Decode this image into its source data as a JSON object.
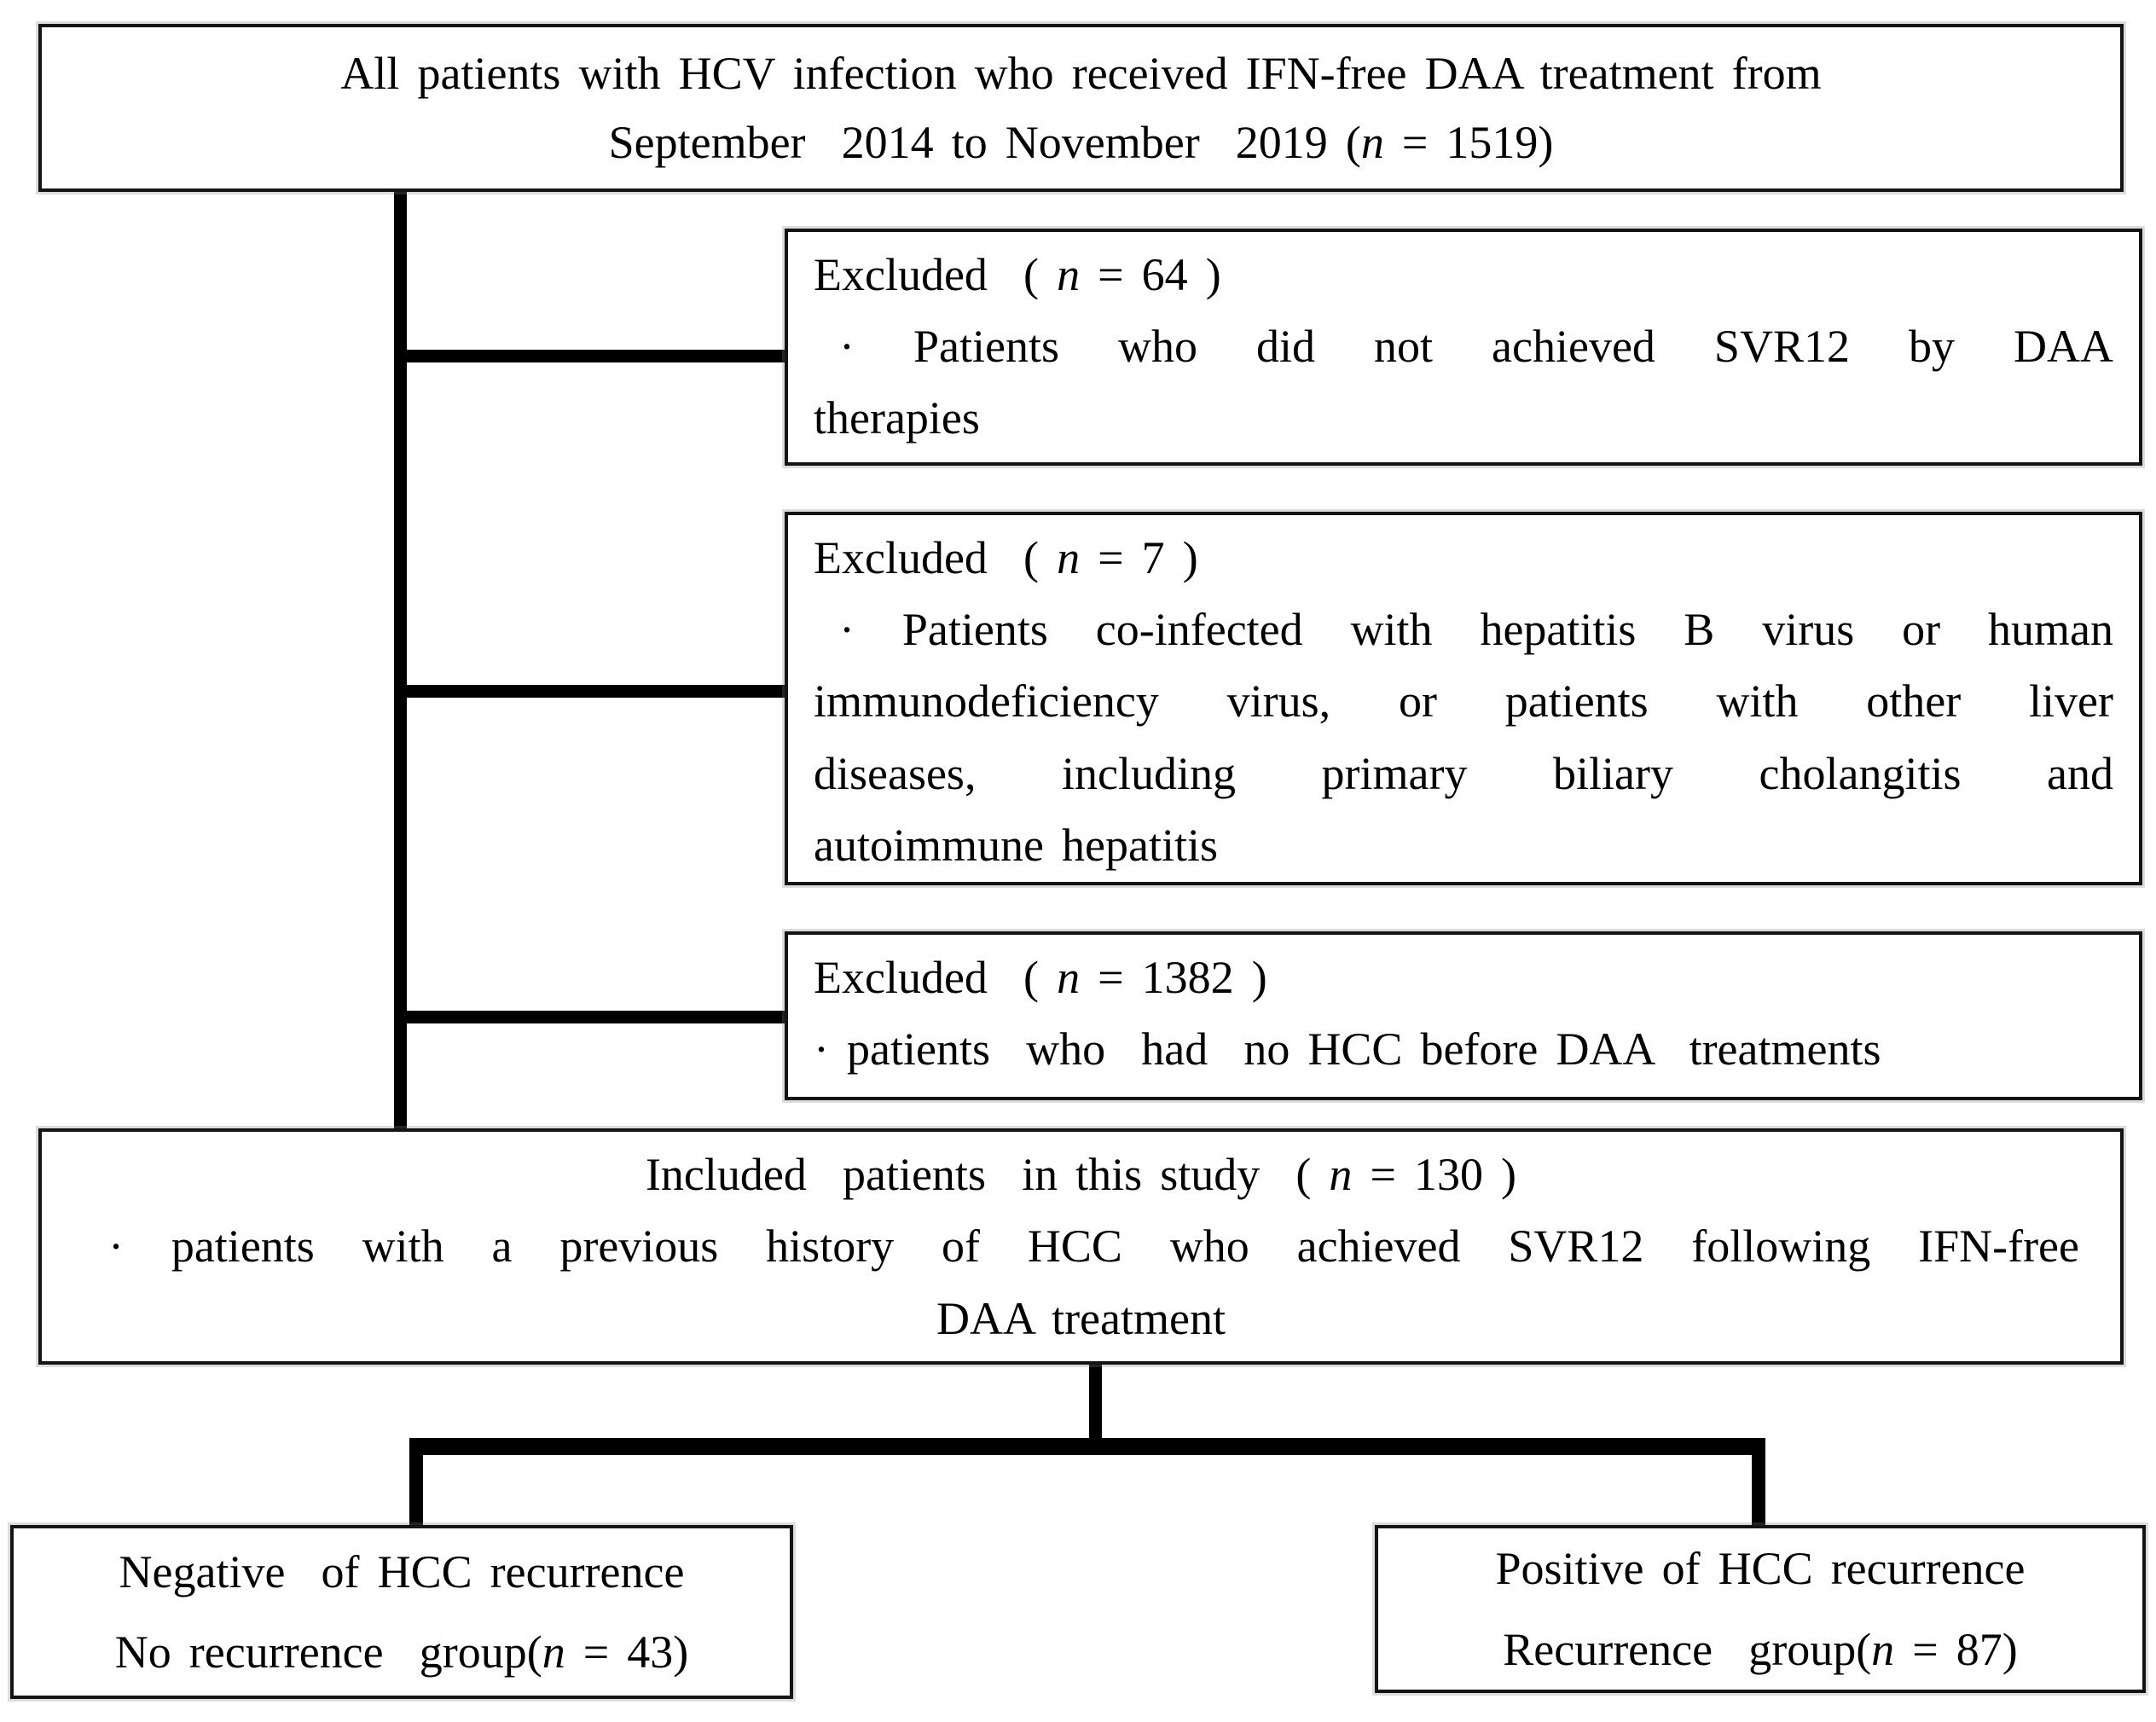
{
  "diagram": {
    "background": "#ffffff",
    "ink": "#000000",
    "border_color": "#141414"
  },
  "n": "n",
  "boxes": {
    "all": {
      "l1": "All patients with HCV infection who received IFN-free DAA treatment from",
      "l2_pre": "September  2014 to November  2019 (",
      "l2_post": " = 1519)"
    },
    "ex1": {
      "t_pre": "Excluded  ( ",
      "t_post": " = 64 )",
      "b1": "· Patients who did not achieved SVR12 by DAA",
      "b2": "therapies"
    },
    "ex2": {
      "t_pre": "Excluded  ( ",
      "t_post": " = 7 )",
      "b1": "· Patients co-infected with hepatitis B virus or human",
      "b2": "immunodeficiency virus, or patients with other liver",
      "b3": "diseases, including primary biliary cholangitis and",
      "b4": "autoimmune hepatitis"
    },
    "ex3": {
      "t_pre": "Excluded  ( ",
      "t_post": " = 1382 )",
      "b1": "· patients  who  had  no HCC before DAA  treatments"
    },
    "inc": {
      "t_pre": "Included  patients  in this study  ( ",
      "t_post": " = 130 )",
      "b1": "· patients with a previous history of HCC who achieved SVR12 following IFN-free",
      "b2": "DAA treatment"
    },
    "neg": {
      "l1": "Negative  of HCC recurrence",
      "l2_pre": "No recurrence  group(",
      "l2_post": " = 43)"
    },
    "pos": {
      "l1": "Positive of HCC recurrence",
      "l2_pre": "Recurrence  group(",
      "l2_post": " = 87)"
    }
  }
}
